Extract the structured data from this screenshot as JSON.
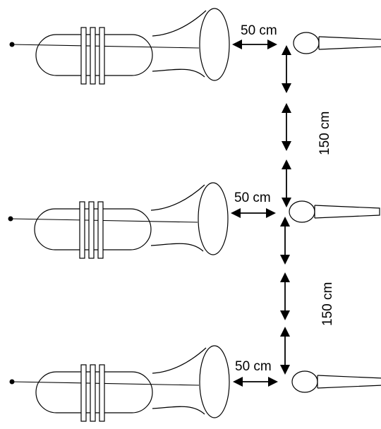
{
  "labels": {
    "h1": "50 cm",
    "h2": "50 cm",
    "h3": "50 cm",
    "v1": "150 cm",
    "v2": "150 cm"
  },
  "colors": {
    "ink": "#000000",
    "background": "#ffffff"
  },
  "instruments": [
    "trumpet",
    "trumpet",
    "trumpet"
  ],
  "microphones": [
    "microphone",
    "microphone",
    "microphone"
  ]
}
